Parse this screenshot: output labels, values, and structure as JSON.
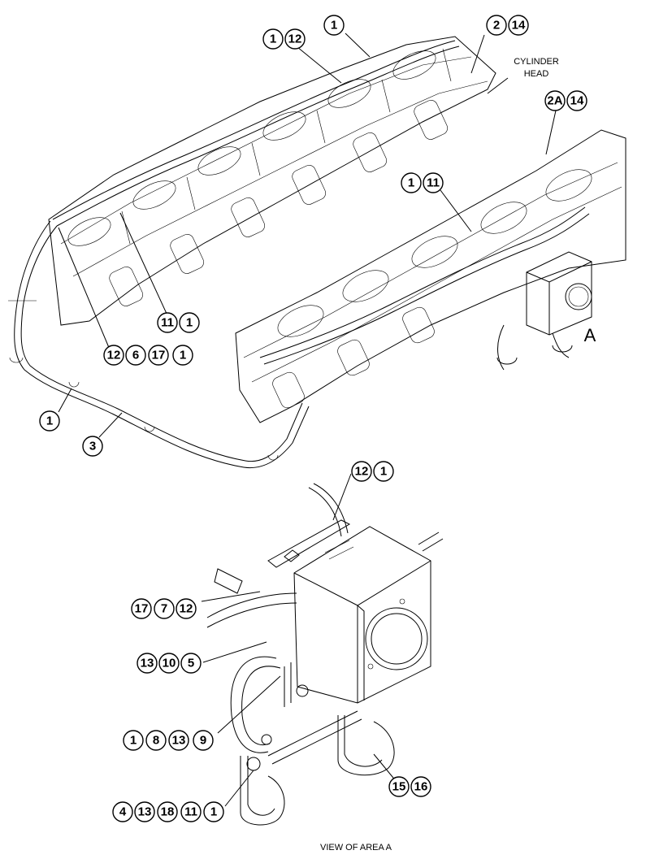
{
  "labels": {
    "cylinder_head": [
      "CYLINDER",
      "HEAD"
    ],
    "area_letter": "A",
    "view_caption": "VIEW OF AREA A"
  },
  "callouts": {
    "top_1": [
      "1"
    ],
    "top_2_14": [
      "2",
      "14"
    ],
    "top_1_12": [
      "1",
      "12"
    ],
    "right_2a_14": [
      "2A",
      "14"
    ],
    "mid_1_11": [
      "1",
      "11"
    ],
    "left_11_1": [
      "11",
      "1"
    ],
    "left_12_6_17_1": [
      "12",
      "6",
      "17",
      "1"
    ],
    "tube_1": [
      "1"
    ],
    "tube_3": [
      "3"
    ],
    "detail_12_1": [
      "12",
      "1"
    ],
    "detail_17_7_12": [
      "17",
      "7",
      "12"
    ],
    "detail_13_10_5": [
      "13",
      "10",
      "5"
    ],
    "detail_1_8_13_9": [
      "1",
      "8",
      "13",
      "9"
    ],
    "detail_4_13_18_11_1": [
      "4",
      "13",
      "18",
      "11",
      "1"
    ],
    "detail_15_16": [
      "15",
      "16"
    ]
  }
}
